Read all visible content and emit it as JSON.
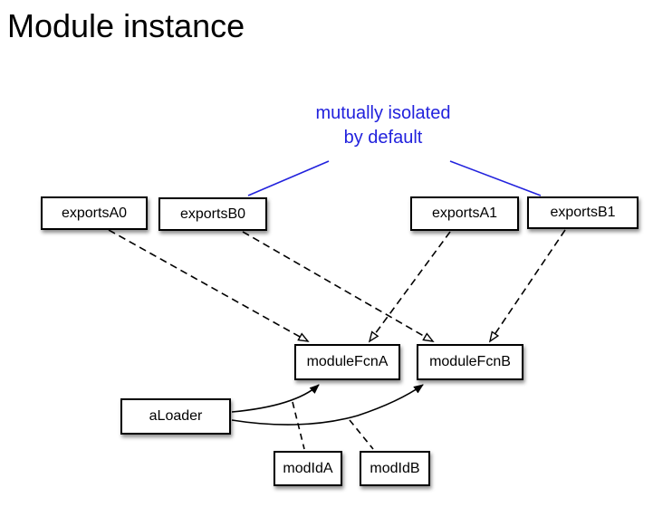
{
  "title": "Module instance",
  "annotation": {
    "text": "mutually isolated\nby default",
    "color": "#2222dd"
  },
  "nodes": [
    {
      "id": "exportsA0",
      "label": "exportsA0"
    },
    {
      "id": "exportsB0",
      "label": "exportsB0"
    },
    {
      "id": "exportsA1",
      "label": "exportsA1"
    },
    {
      "id": "exportsB1",
      "label": "exportsB1"
    },
    {
      "id": "moduleFcnA",
      "label": "moduleFcnA"
    },
    {
      "id": "moduleFcnB",
      "label": "moduleFcnB"
    },
    {
      "id": "aLoader",
      "label": "aLoader"
    },
    {
      "id": "modIdA",
      "label": "modIdA"
    },
    {
      "id": "modIdB",
      "label": "modIdB"
    }
  ],
  "edges": [
    {
      "from": "exportsA0",
      "to": "moduleFcnA",
      "style": "dashed",
      "arrowhead": "open"
    },
    {
      "from": "exportsB0",
      "to": "moduleFcnB",
      "style": "dashed",
      "arrowhead": "open"
    },
    {
      "from": "exportsA1",
      "to": "moduleFcnA",
      "style": "dashed",
      "arrowhead": "open"
    },
    {
      "from": "exportsB1",
      "to": "moduleFcnB",
      "style": "dashed",
      "arrowhead": "open"
    },
    {
      "from": "aLoader",
      "to": "moduleFcnA",
      "style": "solid-curve",
      "arrowhead": "filled"
    },
    {
      "from": "aLoader",
      "to": "moduleFcnB",
      "style": "solid-curve",
      "arrowhead": "filled"
    },
    {
      "from": "aLoader-moduleFcnA-curve",
      "to": "modIdA",
      "style": "dashed",
      "arrowhead": "none"
    },
    {
      "from": "aLoader-moduleFcnB-curve",
      "to": "modIdB",
      "style": "dashed",
      "arrowhead": "none"
    },
    {
      "from": "annotation",
      "to": "exportsB0",
      "style": "solid-blue",
      "arrowhead": "none"
    },
    {
      "from": "annotation",
      "to": "exportsB1",
      "style": "solid-blue",
      "arrowhead": "none"
    }
  ],
  "colors": {
    "background": "#ffffff",
    "box_border": "#000000",
    "box_fill": "#ffffff",
    "text": "#000000",
    "annotation_blue": "#2222dd"
  }
}
